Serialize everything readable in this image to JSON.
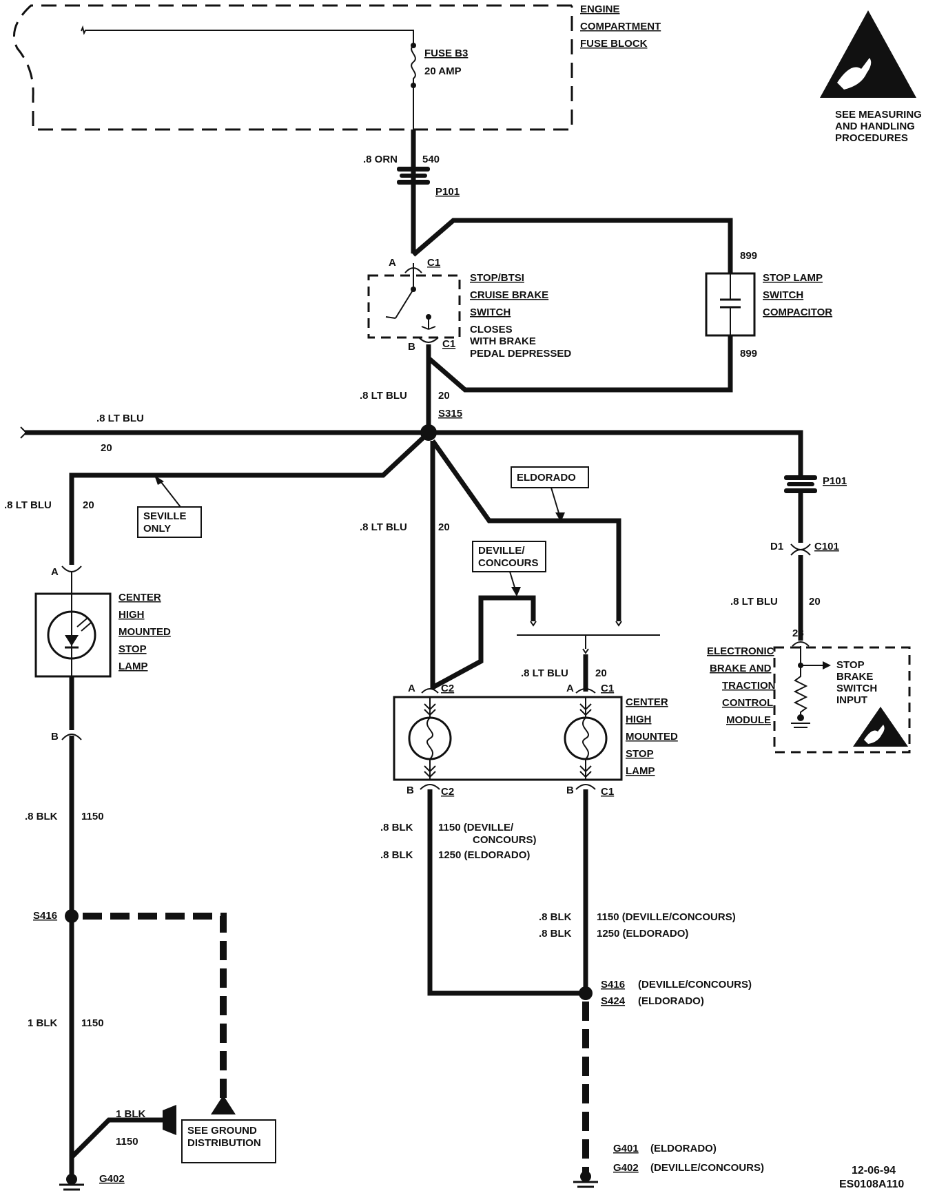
{
  "fuse_block": {
    "line1": "ENGINE",
    "line2": "COMPARTMENT",
    "line3": "FUSE BLOCK"
  },
  "fuse": {
    "name": "FUSE B3",
    "rating": "20 AMP"
  },
  "esd_note": {
    "line1": "SEE MEASURING",
    "line2": "AND HANDLING",
    "line3": "PROCEDURES"
  },
  "wire_540": {
    "gauge": ".8 ORN",
    "circuit": "540"
  },
  "p101_top": "P101",
  "stop_switch": {
    "conn_a": "A",
    "conn_a_c": "C1",
    "conn_b": "B",
    "conn_b_c": "C1",
    "l1": "STOP/BTSI",
    "l2": "CRUISE BRAKE",
    "l3": "SWITCH",
    "l4": "CLOSES",
    "l5": "WITH BRAKE",
    "l6": "PEDAL DEPRESSED"
  },
  "capacitor": {
    "l1": "STOP LAMP",
    "l2": "SWITCH",
    "l3": "COMPACITOR",
    "wire_top": "899",
    "wire_bottom": "899"
  },
  "wire_20_a": {
    "gauge": ".8 LT BLU",
    "circuit": "20"
  },
  "splice_s315": "S315",
  "wire_left_top": {
    "gauge": ".8 LT BLU",
    "circuit": "20"
  },
  "seville": {
    "l1": "SEVILLE",
    "l2": "ONLY"
  },
  "wire_left": {
    "gauge": ".8 LT BLU",
    "circuit": "20"
  },
  "chmsl_left": {
    "conn_a": "A",
    "conn_b": "B",
    "l1": "CENTER",
    "l2": "HIGH",
    "l3": "MOUNTED",
    "l4": "STOP",
    "l5": "LAMP"
  },
  "wire_blk_left": {
    "gauge": ".8 BLK",
    "circuit": "1150"
  },
  "s416_left": "S416",
  "wire_1blk": {
    "gauge": "1 BLK",
    "circuit": "1150"
  },
  "ground_dist": {
    "gauge": "1 BLK",
    "circuit": "1150",
    "l1": "SEE GROUND",
    "l2": "DISTRIBUTION"
  },
  "g402_left": "G402",
  "wire_mid": {
    "gauge": ".8 LT BLU",
    "circuit": "20"
  },
  "eldorado_tag": "ELDORADO",
  "deville_tag": {
    "l1": "DEVILLE/",
    "l2": "CONCOURS"
  },
  "wire_c1": {
    "gauge": ".8 LT BLU",
    "circuit": "20"
  },
  "chmsl_center": {
    "a_left": "A",
    "c2_top": "C2",
    "a_right": "A",
    "c1_top": "C1",
    "b_left": "B",
    "c2_bot": "C2",
    "b_right": "B",
    "c1_bot": "C1",
    "l1": "CENTER",
    "l2": "HIGH",
    "l3": "MOUNTED",
    "l4": "STOP",
    "l5": "LAMP"
  },
  "wire_blk_mid": {
    "g1": ".8 BLK",
    "c1": "1150 (DEVILLE/",
    "c1b": "CONCOURS)",
    "g2": ".8 BLK",
    "c2": "1250 (ELDORADO)"
  },
  "wire_blk_right": {
    "g1": ".8 BLK",
    "c1": "1150 (DEVILLE/CONCOURS)",
    "g2": ".8 BLK",
    "c2": "1250 (ELDORADO)"
  },
  "splice_right": {
    "s1": "S416",
    "s1_note": "(DEVILLE/CONCOURS)",
    "s2": "S424",
    "s2_note": "(ELDORADO)"
  },
  "ground_right": {
    "g1": "G401",
    "g1_note": "(ELDORADO)",
    "g2": "G402",
    "g2_note": "(DEVILLE/CONCOURS)"
  },
  "p101_right": "P101",
  "c101": {
    "pin": "D1",
    "name": "C101"
  },
  "wire_right": {
    "gauge": ".8 LT BLU",
    "circuit": "20"
  },
  "ebtcm": {
    "pin": "28",
    "l1": "ELECTRONIC",
    "l2": "BRAKE AND",
    "l3": "TRACTION",
    "l4": "CONTROL",
    "l5": "MODULE",
    "in1": "STOP",
    "in2": "BRAKE",
    "in3": "SWITCH",
    "in4": "INPUT"
  },
  "footer": {
    "date": "12-06-94",
    "code": "ES0108A110"
  }
}
